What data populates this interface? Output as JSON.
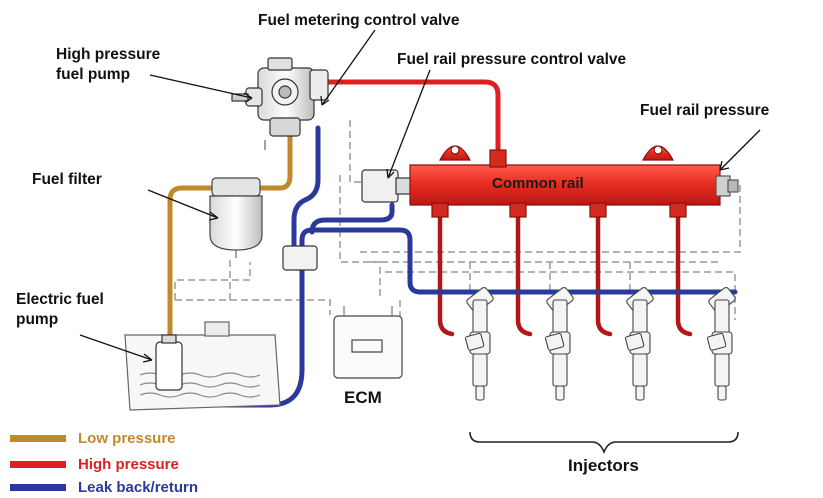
{
  "labels": {
    "metering_valve": "Fuel metering control valve",
    "hp_pump": "High pressure\nfuel pump",
    "rail_valve": "Fuel rail pressure control valve",
    "rail_pressure": "Fuel rail pressure",
    "filter": "Fuel filter",
    "electric_pump": "Electric fuel\npump",
    "common_rail": "Common rail",
    "ecm": "ECM",
    "injectors": "Injectors"
  },
  "legend": [
    {
      "label": "Low pressure",
      "color": "#c08a2c"
    },
    {
      "label": "High pressure",
      "color": "#e02020"
    },
    {
      "label": "Leak back/return",
      "color": "#2b3a9a"
    }
  ],
  "colors": {
    "low": "#c08a2c",
    "high": "#e02020",
    "highDark": "#b01818",
    "return": "#2b3a9a",
    "electrical": "#9a9a9a"
  }
}
